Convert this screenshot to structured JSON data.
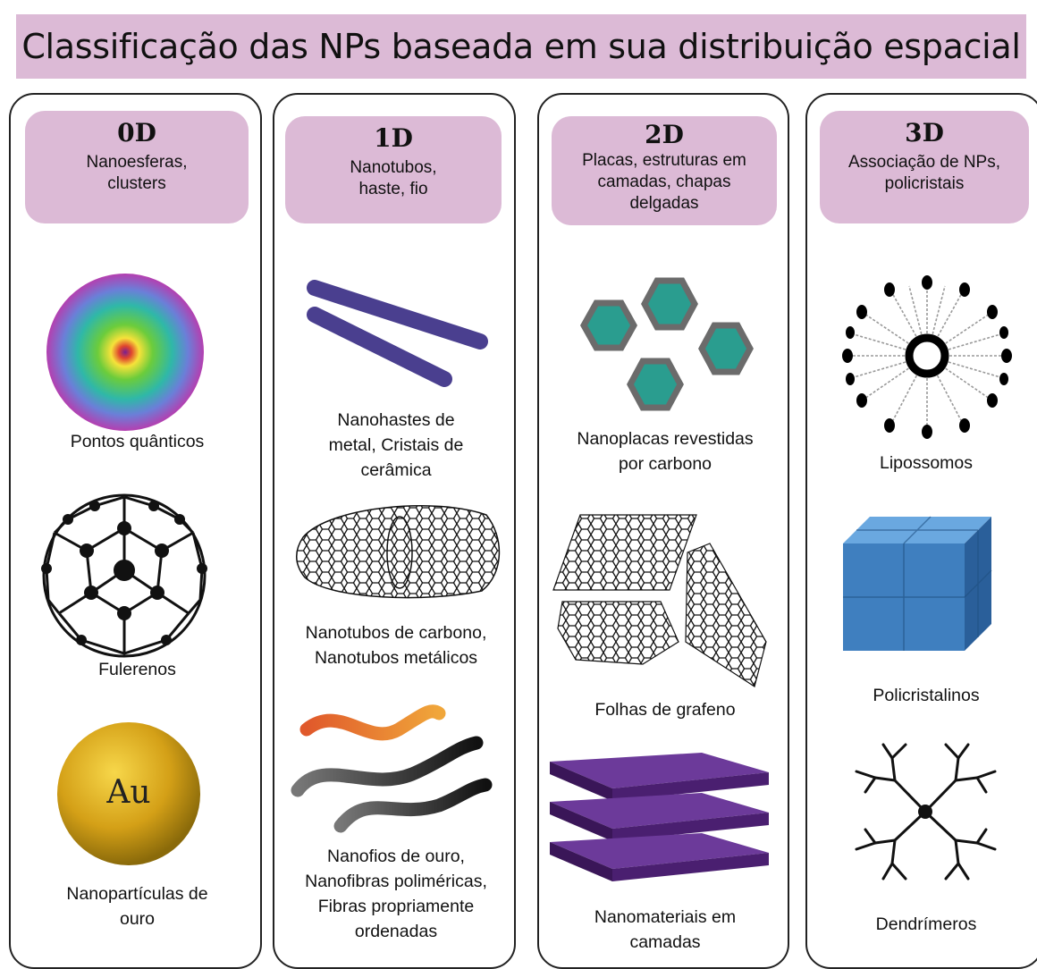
{
  "title": "Classificação das NPs baseada em sua distribuição espacial",
  "columns": [
    {
      "dimension": "0D",
      "description": [
        "Nanoesferas,",
        "clusters"
      ],
      "items": [
        "Pontos quânticos",
        "Fulerenos",
        [
          "Nanopartículas de",
          "ouro"
        ]
      ],
      "gold_symbol": "Au"
    },
    {
      "dimension": "1D",
      "description": [
        "Nanotubos,",
        "haste, fio"
      ],
      "items": [
        [
          "Nanohastes de",
          "metal, Cristais de",
          "cerâmica"
        ],
        [
          "Nanotubos de carbono,",
          "Nanotubos metálicos"
        ],
        [
          "Nanofios de ouro,",
          "Nanofibras poliméricas,",
          "Fibras propriamente",
          "ordenadas"
        ]
      ]
    },
    {
      "dimension": "2D",
      "description": [
        "Placas, estruturas em",
        "camadas, chapas",
        "delgadas"
      ],
      "items": [
        [
          "Nanoplacas revestidas",
          "por carbono"
        ],
        "Folhas de grafeno",
        [
          "Nanomateriais em",
          "camadas"
        ]
      ]
    },
    {
      "dimension": "3D",
      "description": [
        "Associação de NPs,",
        "policristais"
      ],
      "items": [
        "Lipossomos",
        "Policristalinos",
        "Dendrímeros"
      ]
    }
  ],
  "colors": {
    "header_bg": "#dcbad6",
    "rod": "#4a3f8f",
    "hexagon": "#2a9d8f",
    "gold": "#d4a017",
    "layer": "#5a2d82",
    "cube": "#3f7fbf"
  }
}
